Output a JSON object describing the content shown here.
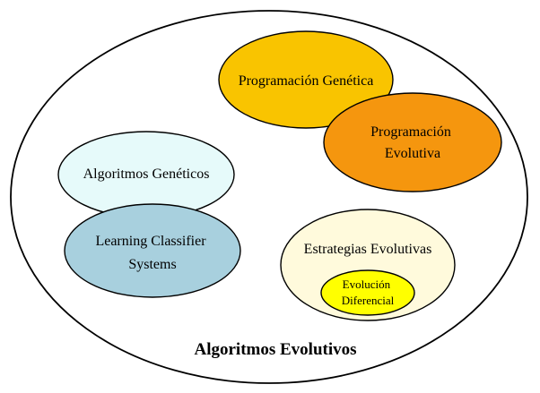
{
  "diagram": {
    "title": "Algoritmos Evolutivos",
    "nodes": {
      "programacion_genetica": {
        "lines": [
          "Programación Genética"
        ],
        "fill": "#F9C400"
      },
      "programacion_evolutiva": {
        "lines": [
          "Programación",
          "Evolutiva"
        ],
        "fill": "#F5960E"
      },
      "algoritmos_geneticos": {
        "lines": [
          "Algoritmos Genéticos"
        ],
        "fill": "#E6FAFA"
      },
      "learning_classifier_systems": {
        "lines": [
          "Learning Classifier",
          "Systems"
        ],
        "fill": "#A8D0DE"
      },
      "estrategias_evolutivas": {
        "lines": [
          "Estrategias Evolutivas"
        ],
        "fill": "#FFFADC"
      },
      "evolucion_diferencial": {
        "lines": [
          "Evolución",
          "Diferencial"
        ],
        "fill": "#FFFF00"
      }
    },
    "colors": {
      "stroke": "#000000",
      "background": "#FFFFFF"
    }
  }
}
